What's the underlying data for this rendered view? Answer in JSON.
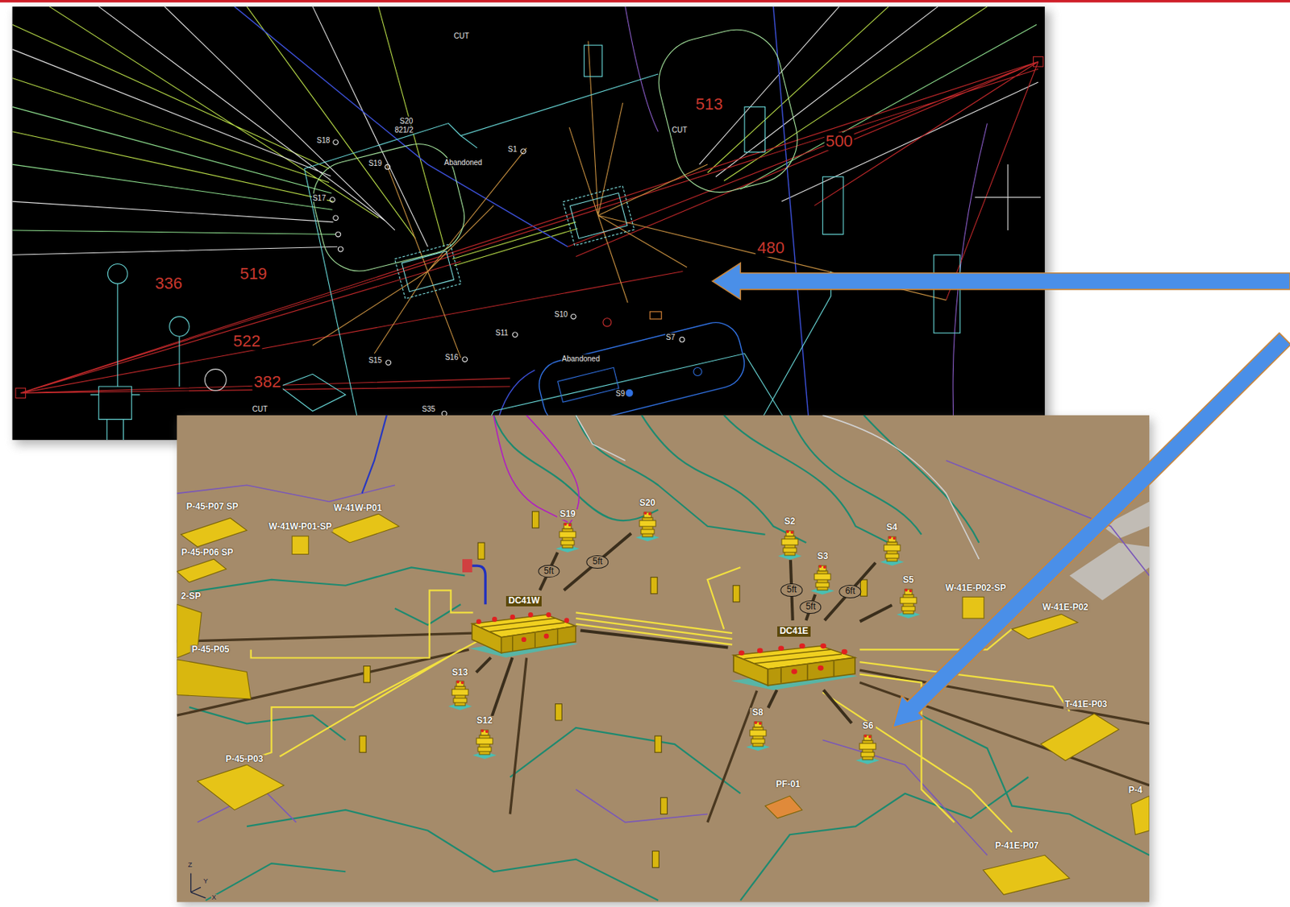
{
  "diagram": {
    "nodes": [
      {
        "text": [
          "DC41W"
        ]
      },
      {
        "text": [
          "DC41E"
        ]
      },
      {
        "text": [
          "S19"
        ]
      },
      {
        "text": [
          "S20"
        ]
      },
      {
        "text": [
          "S2"
        ]
      },
      {
        "text": [
          "S3"
        ]
      },
      {
        "text": [
          "S4"
        ]
      },
      {
        "text": [
          "S5"
        ]
      },
      {
        "text": [
          "S13"
        ]
      },
      {
        "text": [
          "S12"
        ]
      },
      {
        "text": [
          "S8"
        ]
      },
      {
        "text": [
          "S6"
        ]
      }
    ],
    "edges": [
      {
        "from": 0,
        "to": 1,
        "arrow": "none"
      },
      {
        "from": 0,
        "to": 2,
        "label": "5ft",
        "arrow": "none"
      },
      {
        "from": 0,
        "to": 3,
        "label": "5ft",
        "arrow": "none"
      },
      {
        "from": 1,
        "to": 4,
        "label": "5ft",
        "arrow": "none"
      },
      {
        "from": 1,
        "to": 5,
        "label": "5ft",
        "arrow": "none"
      },
      {
        "from": 1,
        "to": 6,
        "label": "6ft",
        "arrow": "none"
      },
      {
        "from": 1,
        "to": 7,
        "arrow": "none"
      },
      {
        "from": 0,
        "to": 8,
        "arrow": "none"
      },
      {
        "from": 0,
        "to": 9,
        "arrow": "none"
      },
      {
        "from": 1,
        "to": 10,
        "arrow": "none"
      },
      {
        "from": 1,
        "to": 11,
        "arrow": "none"
      }
    ],
    "labels": [
      "CUT",
      "S20",
      "821/2",
      "S18",
      "S19",
      "S1",
      "Abandoned",
      "513",
      "CUT",
      "500",
      "S17",
      "336",
      "519",
      "480",
      "S10",
      "S11",
      "S15",
      "S16",
      "Abandoned",
      "S7",
      "522",
      "382",
      "CUT",
      "S35",
      "S9",
      "P-45-P07 SP",
      "W-41W-P01",
      "W-41W-P01-SP",
      "P-45-P06 SP",
      "2-SP",
      "W-41E-P02-SP",
      "W-41E-P02",
      "P-45-P05",
      "T-41E-P03",
      "P-45-P03",
      "PF-01",
      "P-41E-P07",
      "P-4",
      "Z",
      "Y",
      "X"
    ]
  }
}
